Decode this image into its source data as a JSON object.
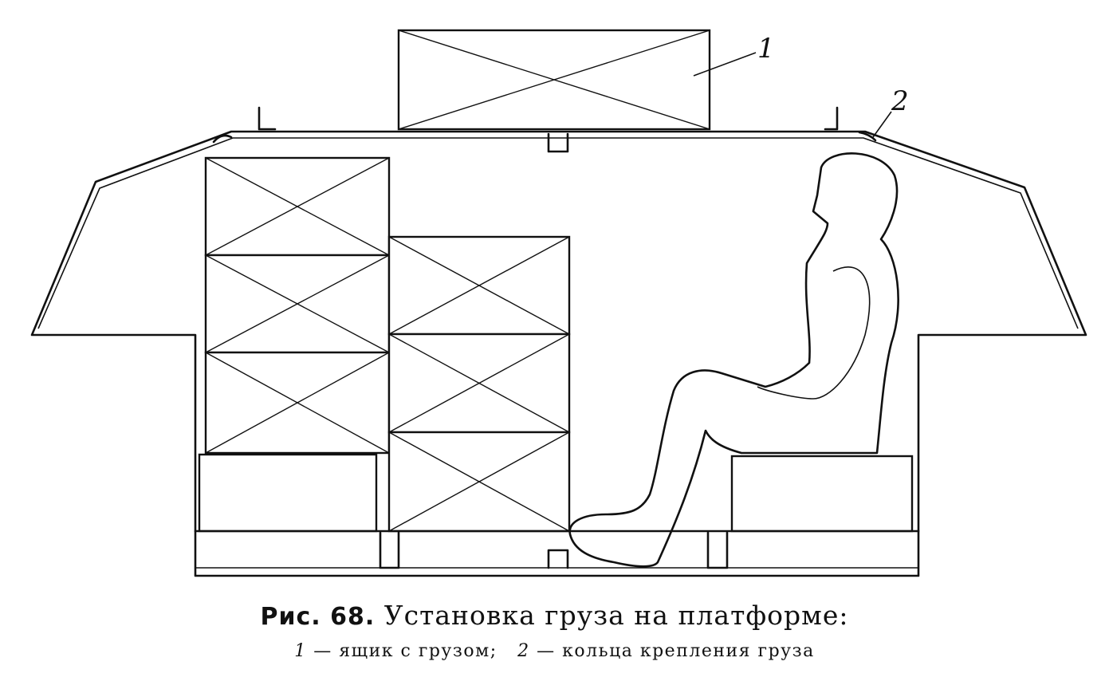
{
  "callouts": {
    "label_1": "1",
    "label_2": "2"
  },
  "caption": {
    "figure_no": "Рис. 68.",
    "title": "Установка груза на платформе:",
    "legend": [
      {
        "num": "1",
        "text": "— ящик с грузом;"
      },
      {
        "num": "2",
        "text": "— кольца крепления груза"
      }
    ]
  },
  "colors": {
    "ink": "#111111",
    "paper": "#ffffff"
  }
}
